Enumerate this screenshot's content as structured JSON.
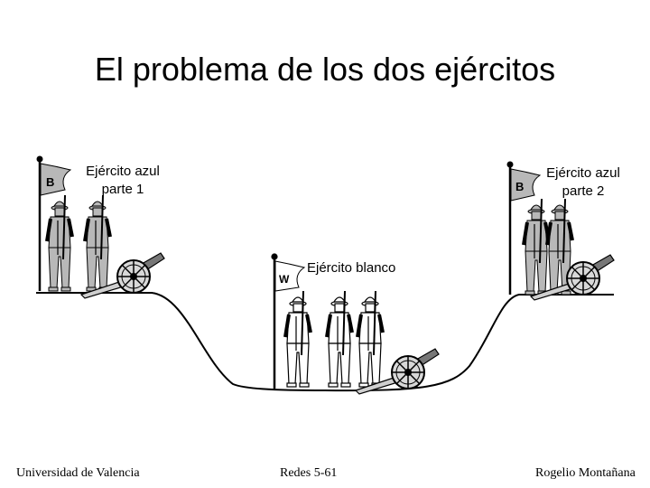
{
  "slide": {
    "title": "El problema de los dos ejércitos"
  },
  "armies": {
    "blue_left": {
      "line1": "Ejército azul",
      "line2": "parte 1",
      "flag_letter": "B"
    },
    "blue_right": {
      "line1": "Ejército azul",
      "line2": "parte 2",
      "flag_letter": "B"
    },
    "white": {
      "label": "Ejército blanco",
      "flag_letter": "W"
    }
  },
  "footer": {
    "left": "Universidad de Valencia",
    "center": "Redes 5-61",
    "right": "Rogelio Montañana"
  },
  "colors": {
    "blue_army_fill": "#b8b8b8",
    "white_army_fill": "#ffffff",
    "ink": "#000000"
  }
}
